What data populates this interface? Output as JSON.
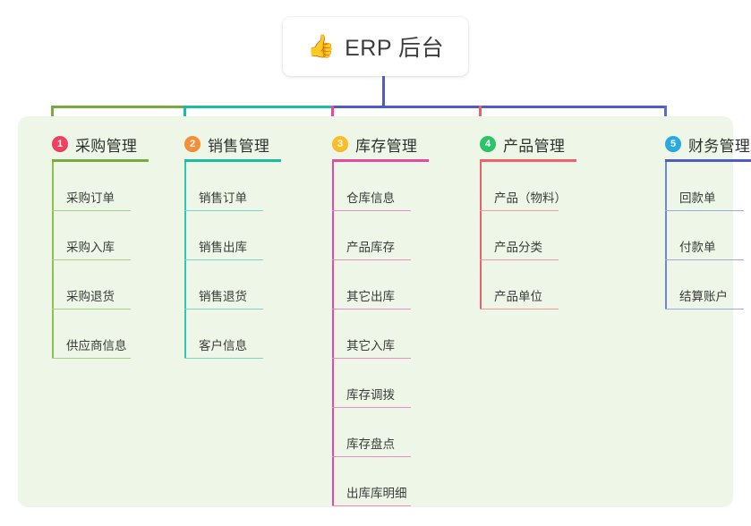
{
  "root": {
    "icon": "thumbs-up-icon",
    "emoji": "👍",
    "title": "ERP 后台"
  },
  "palette": {
    "panel_background": "#eef7e7",
    "page_background": "#ffffff",
    "root_text": "#3c3c3c",
    "title_text": "#2f2f2f",
    "item_text": "#3a3a3a",
    "bus_green": "#76ac3f",
    "bus_teal": "#17bfa0",
    "bus_blue": "#4e5bc8"
  },
  "columns": [
    {
      "number": "1",
      "title": "采购管理",
      "badge_color": "#ef4060",
      "rule_color": "#76ac3f",
      "spine_color": "#8cc152",
      "item_rule_color": "#a8cf7f",
      "header_rule_width": 108,
      "item_rule_width": 88,
      "items": [
        {
          "label": "采购订单"
        },
        {
          "label": "采购入库"
        },
        {
          "label": "采购退货"
        },
        {
          "label": "供应商信息"
        }
      ]
    },
    {
      "number": "2",
      "title": "销售管理",
      "badge_color": "#f59038",
      "rule_color": "#17bfa0",
      "spine_color": "#2fc7ad",
      "item_rule_color": "#77d7c6",
      "header_rule_width": 108,
      "item_rule_width": 88,
      "items": [
        {
          "label": "销售订单"
        },
        {
          "label": "销售出库"
        },
        {
          "label": "销售退货"
        },
        {
          "label": "客户信息"
        }
      ]
    },
    {
      "number": "3",
      "title": "库存管理",
      "badge_color": "#fbbe28",
      "rule_color": "#e8489f",
      "spine_color": "#e8489f",
      "item_rule_color": "#f08cc4",
      "header_rule_width": 108,
      "item_rule_width": 88,
      "items": [
        {
          "label": "仓库信息"
        },
        {
          "label": "产品库存"
        },
        {
          "label": "其它出库"
        },
        {
          "label": "其它入库"
        },
        {
          "label": "库存调拨"
        },
        {
          "label": "库存盘点"
        },
        {
          "label": "出库库明细"
        }
      ]
    },
    {
      "number": "4",
      "title": "产品管理",
      "badge_color": "#2cc569",
      "rule_color": "#f0606b",
      "spine_color": "#f0606b",
      "item_rule_color": "#f79aa0",
      "header_rule_width": 108,
      "item_rule_width": 88,
      "items": [
        {
          "label": "产品（物料）"
        },
        {
          "label": "产品分类"
        },
        {
          "label": "产品单位"
        }
      ]
    },
    {
      "number": "5",
      "title": "财务管理",
      "badge_color": "#27abe2",
      "rule_color": "#4e5bc8",
      "spine_color": "#6f85d8",
      "item_rule_color": "#9aabe4",
      "header_rule_width": 108,
      "item_rule_width": 88,
      "items": [
        {
          "label": "回款单"
        },
        {
          "label": "付款单"
        },
        {
          "label": "结算账户"
        }
      ]
    }
  ]
}
